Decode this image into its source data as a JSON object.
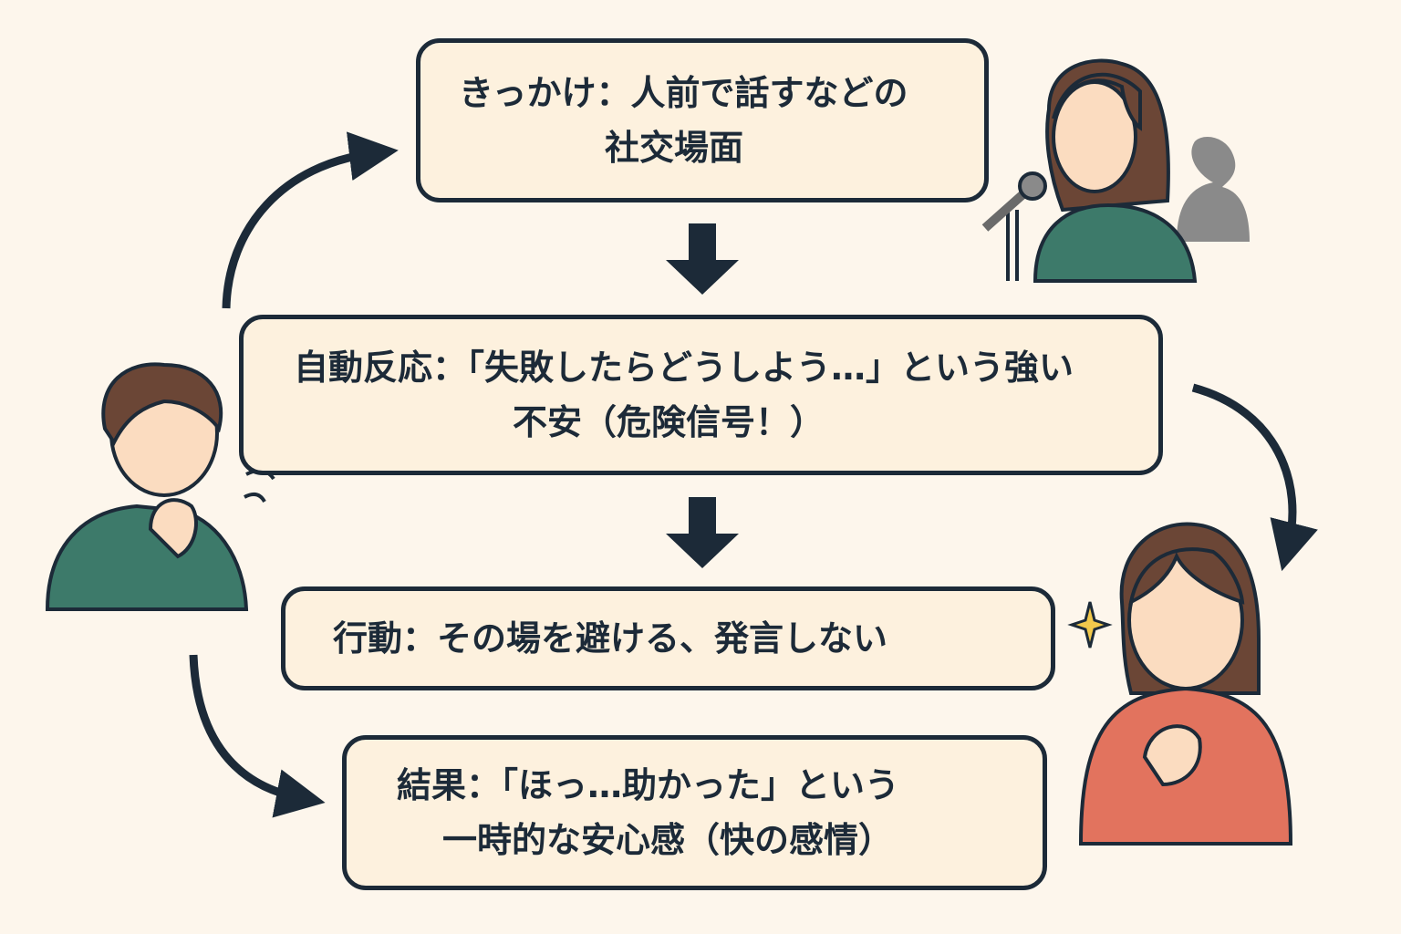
{
  "trigger": {
    "line1": "きっかけ：人前で話すなどの",
    "line2": "社交場面"
  },
  "automatic_reaction": {
    "line1": "自動反応：「失敗したらどうしよう…」という強い",
    "line2": "不安（危険信号！）"
  },
  "behavior": {
    "line1": "行動：その場を避ける、発言しない"
  },
  "result": {
    "line1": "結果：「ほっ…助かった」という",
    "line2": "一時的な安心感（快の感情）"
  },
  "colors": {
    "ink": "#1c2a38",
    "box_fill": "#fdf1de",
    "background": "#fdf6ec",
    "green_shirt": "#3d7a6a",
    "red_shirt": "#e2735e",
    "skin": "#fbdcc0",
    "hair": "#6b4636"
  }
}
